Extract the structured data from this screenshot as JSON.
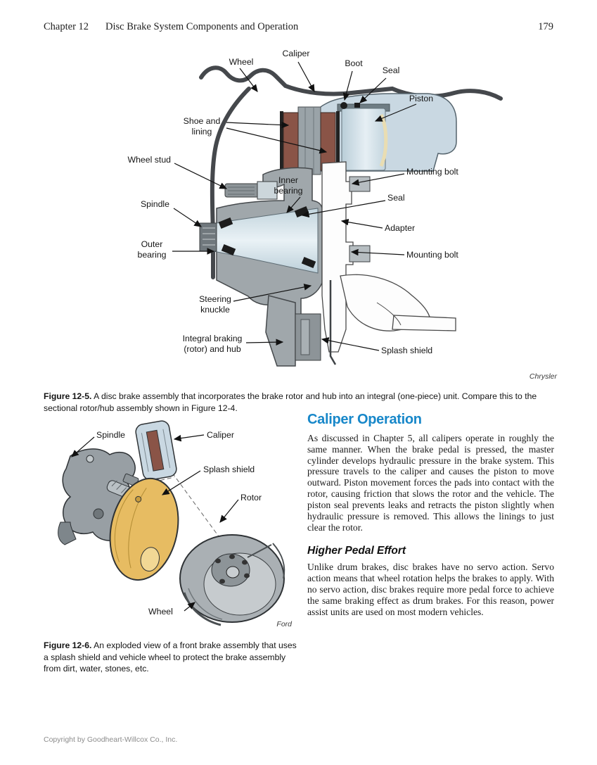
{
  "header": {
    "chapter": "Chapter 12",
    "title": "Disc Brake System Components and Operation",
    "page_number": "179"
  },
  "figure5": {
    "labels": {
      "wheel": "Wheel",
      "caliper": "Caliper",
      "boot": "Boot",
      "seal_top": "Seal",
      "piston": "Piston",
      "shoe_lining": "Shoe and\nlining",
      "wheel_stud": "Wheel stud",
      "inner_bearing": "Inner\nbearing",
      "mounting_bolt_top": "Mounting bolt",
      "seal_mid": "Seal",
      "spindle": "Spindle",
      "adapter": "Adapter",
      "outer_bearing": "Outer\nbearing",
      "mounting_bolt_bottom": "Mounting bolt",
      "steering_knuckle": "Steering\nknuckle",
      "integral_hub": "Integral braking\n(rotor) and hub",
      "splash_shield": "Splash shield"
    },
    "attribution": "Chrysler",
    "caption_label": "Figure 12-5.",
    "caption_text": "A disc brake assembly that incorporates the brake rotor and hub into an integral (one-piece) unit. Compare this to the sectional rotor/hub assembly shown in Figure 12-4."
  },
  "figure6": {
    "labels": {
      "spindle": "Spindle",
      "caliper": "Caliper",
      "splash_shield": "Splash shield",
      "rotor": "Rotor",
      "wheel": "Wheel"
    },
    "attribution": "Ford",
    "caption_label": "Figure 12-6.",
    "caption_text": "An exploded view of a front brake assembly that uses a splash shield and vehicle wheel to protect the brake assembly from dirt, water, stones, etc."
  },
  "article": {
    "section_heading": "Caliper Operation",
    "paragraph1": "As discussed in Chapter 5, all calipers operate in roughly the same manner. When the brake pedal is pressed, the master cylinder develops hydraulic pressure in the brake system. This pressure travels to the caliper and causes the piston to move outward. Piston movement forces the pads into contact with the rotor, causing friction that slows the rotor and the vehicle. The piston seal prevents leaks and retracts the piston slightly when hydraulic pressure is removed. This allows the linings to just clear the rotor.",
    "subheading": "Higher Pedal Effort",
    "paragraph2": "Unlike drum brakes, disc brakes have no servo action. Servo action means that wheel rotation helps the brakes to apply. With no servo action, disc brakes require more pedal force to achieve the same braking effect as drum brakes. For this reason, power assist units are used on most modern vehicles."
  },
  "footer": {
    "copyright": "Copyright by Goodheart-Willcox Co., Inc."
  },
  "colors": {
    "section_heading_blue": "#1787c9",
    "caliper_blue": "#c9d8e2",
    "pad_brown": "#8a5447",
    "splash_shield_gold": "#e7bc62",
    "metal_gray": "#a0a7ab"
  }
}
